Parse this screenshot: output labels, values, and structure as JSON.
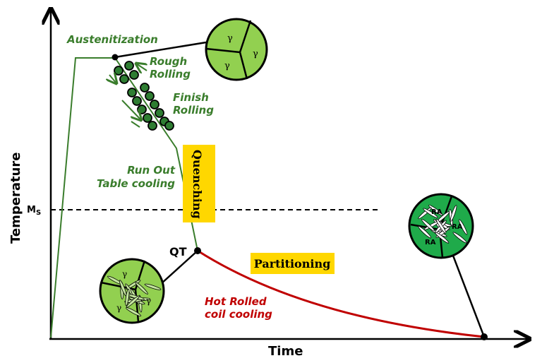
{
  "axes": {
    "x_label": "Time",
    "y_label": "Temperature",
    "ms_label": "M",
    "ms_subscript": "S"
  },
  "stages": {
    "austenitization": "Austenitization",
    "rough_rolling": [
      "Rough",
      "Rolling"
    ],
    "finish_rolling": [
      "Finish",
      "Rolling"
    ],
    "run_out": [
      "Run Out",
      "Table  cooling"
    ],
    "quenching": "Quenching",
    "qt": "QT",
    "partitioning": "Partitioning",
    "coil_cooling": [
      "Hot Rolled",
      "coil cooling"
    ]
  },
  "microstructures": {
    "austenite_symbol": "γ",
    "retained_austenite": "RA"
  },
  "colors": {
    "process": "#3a7d2c",
    "partitioning": "#c00000",
    "highlight": "#ffd700",
    "austenite": "#92d050",
    "ra_grain": "#1faa4a"
  }
}
